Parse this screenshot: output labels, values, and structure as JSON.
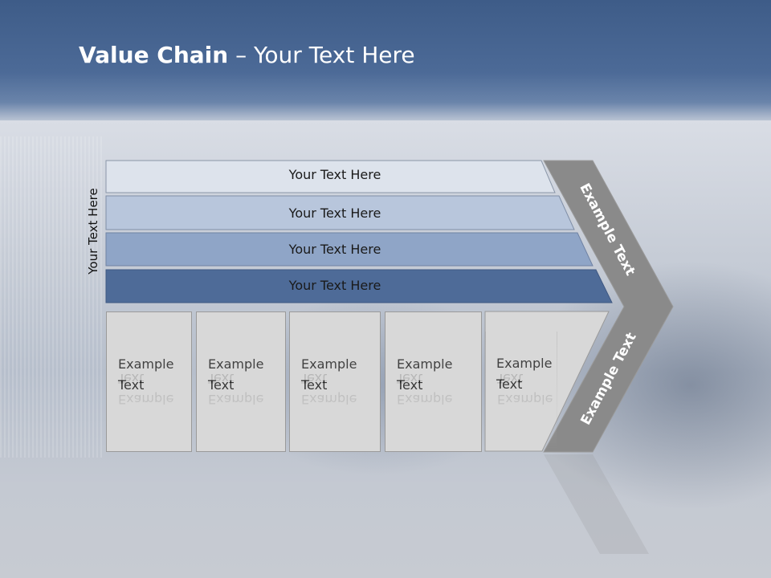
{
  "title": {
    "bold": "Value Chain",
    "rest": " – Your Text Here"
  },
  "side_label": "Your Text Here",
  "bands": [
    {
      "label": "Your Text Here",
      "color": "#dde3ec"
    },
    {
      "label": "Your Text Here",
      "color": "#b8c6dc"
    },
    {
      "label": "Your Text Here",
      "color": "#8fa5c7"
    },
    {
      "label": "Your Text Here",
      "color": "#4e6b98"
    }
  ],
  "boxes": [
    {
      "line1": "Example",
      "line2": "Text"
    },
    {
      "line1": "Example",
      "line2": "Text"
    },
    {
      "line1": "Example",
      "line2": "Text"
    },
    {
      "line1": "Example",
      "line2": "Text"
    },
    {
      "line1": "Example",
      "line2": "Text"
    }
  ],
  "chevron": {
    "top_label": "Example Text",
    "bottom_label": "Example Text",
    "color": "#8a8a8a"
  }
}
